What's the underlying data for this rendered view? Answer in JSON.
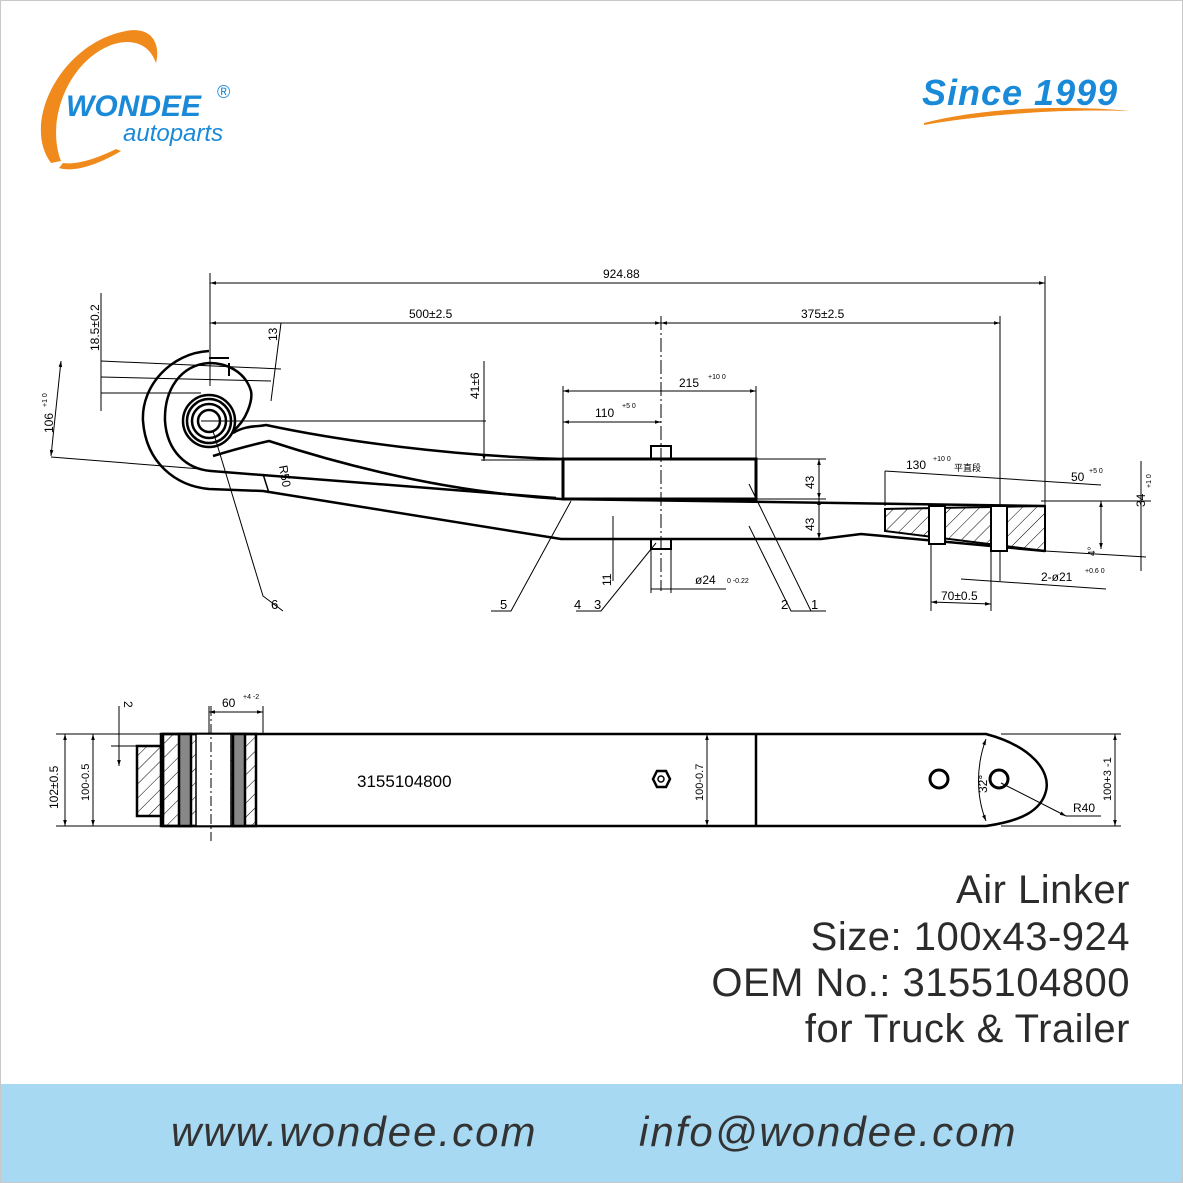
{
  "brand": {
    "name": "WONDEE",
    "sub": "autoparts",
    "registered": "®",
    "since": "Since 1999"
  },
  "colors": {
    "blue": "#1a8ad8",
    "orange": "#f08a1c",
    "footer_bg": "#a8d9f3"
  },
  "drawing": {
    "dims": {
      "overall": "924.88",
      "left": "500±2.5",
      "right": "375±2.5",
      "d13": "13",
      "d18": "18.5±0.2",
      "d106": "106",
      "d106_tol": "+1 0",
      "d41": "41±6",
      "d215": "215",
      "d215_tol": "+10 0",
      "d110": "110",
      "d110_tol": "+5 0",
      "r50": "R50",
      "h43a": "43",
      "h43b": "43",
      "d130": "130",
      "d130_tol": "+10 0",
      "flat": "平直段",
      "d50": "50",
      "d50_tol": "+5 0",
      "d34": "34",
      "d34_tol": "+1 0",
      "angle4": "4°",
      "d11": "11",
      "phi24": "ø24",
      "phi24_tol": "0 -0.22",
      "holes": "2-ø21",
      "holes_tol": "+0.6 0",
      "d70": "70±0.5",
      "d60": "60",
      "d60_tol": "+4 -2",
      "d2": "2",
      "d102": "102±0.5",
      "d100a": "100-0.5",
      "d100b": "100-0.7",
      "angle32": "32°",
      "r40": "R40",
      "d100c": "100+3 -1"
    },
    "callouts": [
      "6",
      "5",
      "4",
      "3",
      "2",
      "1"
    ],
    "part_number": "3155104800"
  },
  "product": {
    "name": "Air Linker",
    "size": "Size: 100x43-924",
    "oem": "OEM No.: 3155104800",
    "usage": "for Truck & Trailer"
  },
  "footer": {
    "website": "www.wondee.com",
    "email": "info@wondee.com"
  }
}
